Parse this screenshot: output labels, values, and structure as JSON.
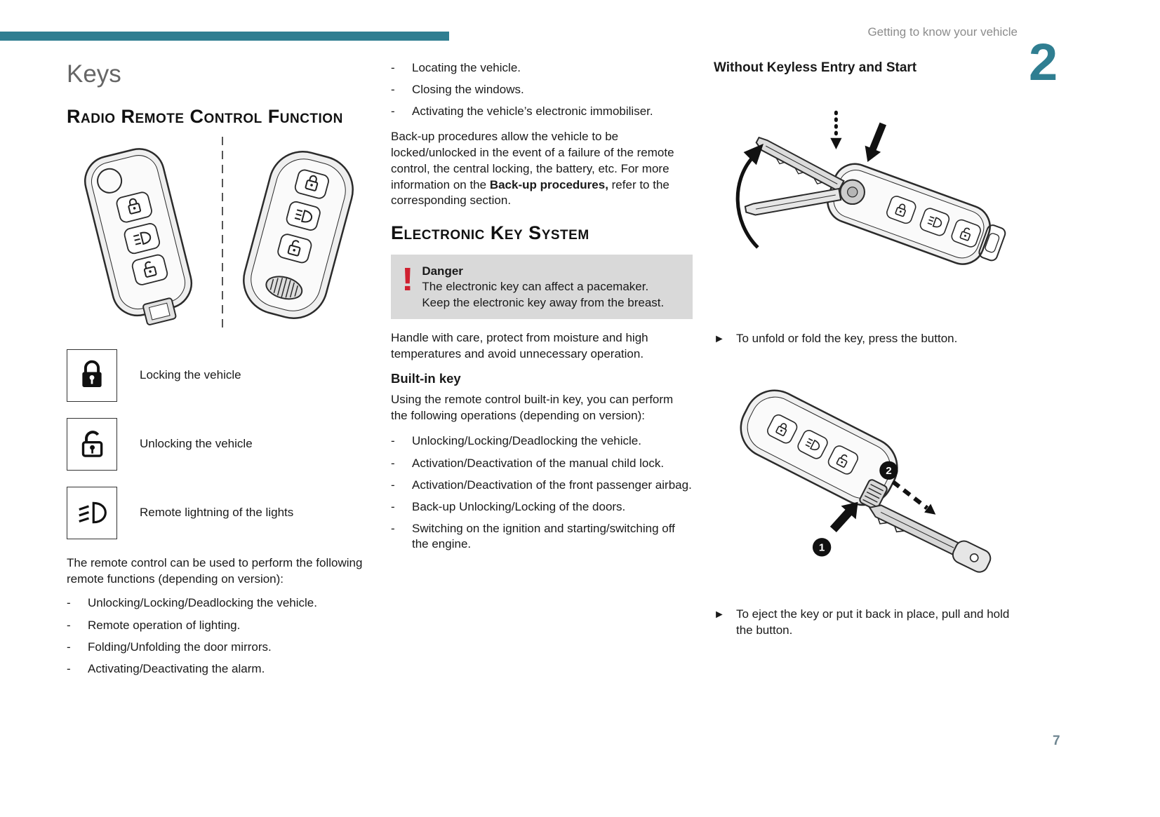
{
  "page": {
    "running_header": "Getting to know your vehicle",
    "chapter_number": "2",
    "page_number": "7"
  },
  "icons": {
    "bullet_arrow": "►",
    "danger_exclamation": "!"
  },
  "colors": {
    "accent_teal": "#2f7e91",
    "danger_red": "#cf2030",
    "danger_box_bg": "#d9d9d9"
  },
  "left_column": {
    "title": "Keys",
    "section_heading": "Radio Remote Control Function",
    "legend": [
      {
        "icon": "closed-padlock-icon",
        "label": "Locking the vehicle"
      },
      {
        "icon": "open-padlock-icon",
        "label": "Unlocking the vehicle"
      },
      {
        "icon": "headlight-beam-icon",
        "label": "Remote lightning of the lights"
      }
    ],
    "intro_paragraph": "The remote control can be used to perform the following remote functions (depending on version):",
    "function_list": [
      "Unlocking/Locking/Deadlocking the vehicle.",
      "Remote operation of lighting.",
      "Folding/Unfolding the door mirrors.",
      "Activating/Deactivating the alarm."
    ]
  },
  "middle_column": {
    "function_list_continued": [
      "Locating the vehicle.",
      "Closing the windows.",
      "Activating the vehicle’s electronic immobiliser."
    ],
    "backup_paragraph": {
      "part1": "Back-up procedures allow the vehicle to be locked/unlocked in the event of a failure of the remote control, the central locking, the battery, etc. For more information on the ",
      "bold": "Back-up procedures,",
      "part2": " refer to the corresponding section."
    },
    "section_heading": "Electronic Key System",
    "danger_box": {
      "title": "Danger",
      "line1": "The electronic key can affect a pacemaker.",
      "line2": "Keep the electronic key away from the breast."
    },
    "care_paragraph": "Handle with care, protect from moisture and high temperatures and avoid unnecessary operation.",
    "builtin_heading": "Built-in key",
    "builtin_paragraph": "Using the remote control built-in key, you can perform the following operations (depending on version):",
    "builtin_list": [
      "Unlocking/Locking/Deadlocking the vehicle.",
      "Activation/Deactivation of the manual child lock.",
      "Activation/Deactivation of the front passenger airbag.",
      "Back-up Unlocking/Locking of the doors.",
      "Switching on the ignition and starting/switching off the engine."
    ]
  },
  "right_column": {
    "heading": "Without Keyless Entry and Start",
    "instruction1": "To unfold or fold the key, press the button.",
    "instruction2": "To eject the key or put it back in place, pull and hold the button.",
    "figure_badges": [
      "1",
      "2"
    ]
  }
}
